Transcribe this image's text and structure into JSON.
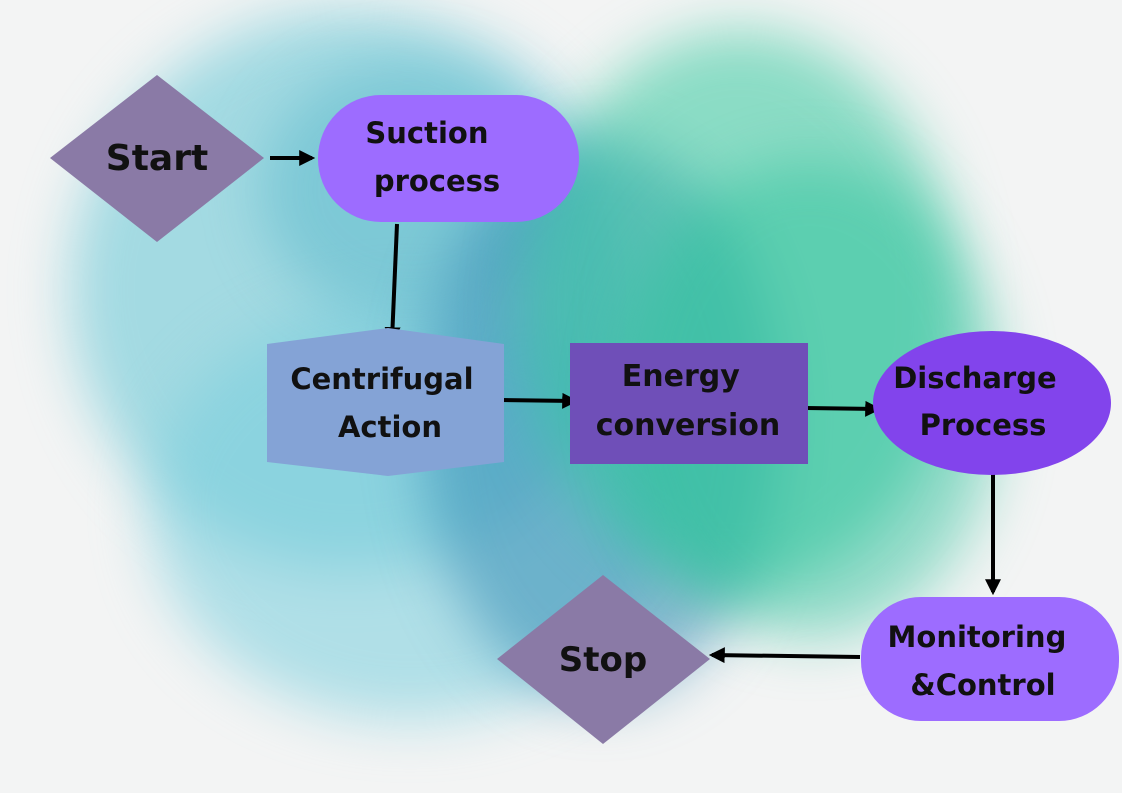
{
  "colors": {
    "diamond": "#8a7aa6",
    "light_violet": "#9d6cff",
    "hex_blue": "#84a3d6",
    "dark_violet": "#6f4fb8",
    "bright_violet": "#8244ec",
    "arrow": "#000000"
  },
  "nodes": {
    "start": {
      "shape": "diamond",
      "lines": [
        "Start"
      ]
    },
    "suction": {
      "shape": "stadium",
      "lines": [
        "Suction",
        "process"
      ]
    },
    "centrifugal": {
      "shape": "hexagon",
      "lines": [
        "Centrifugal",
        "Action"
      ]
    },
    "energy": {
      "shape": "rectangle",
      "lines": [
        "Energy",
        "conversion"
      ]
    },
    "discharge": {
      "shape": "ellipse",
      "lines": [
        "Discharge",
        "Process"
      ]
    },
    "monitoring": {
      "shape": "stadium",
      "lines": [
        "Monitoring",
        "&Control"
      ]
    },
    "stop": {
      "shape": "diamond",
      "lines": [
        "Stop"
      ]
    }
  },
  "edges": [
    {
      "from": "start",
      "to": "suction"
    },
    {
      "from": "suction",
      "to": "centrifugal"
    },
    {
      "from": "centrifugal",
      "to": "energy"
    },
    {
      "from": "energy",
      "to": "discharge"
    },
    {
      "from": "discharge",
      "to": "monitoring"
    },
    {
      "from": "monitoring",
      "to": "stop"
    }
  ]
}
